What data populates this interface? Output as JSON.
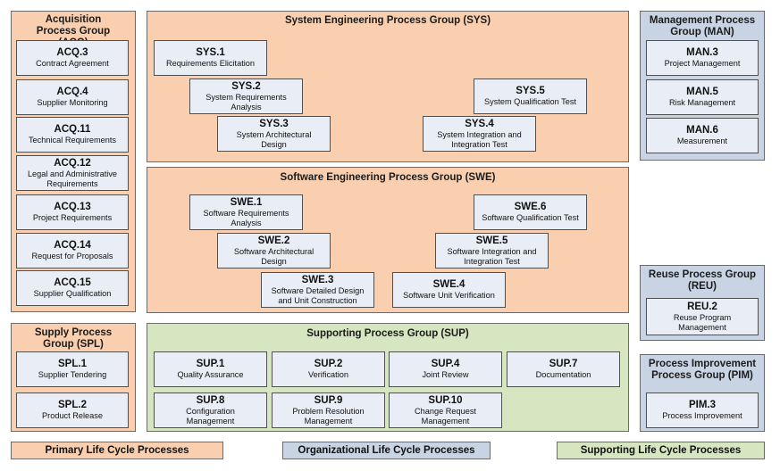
{
  "groups": {
    "acq": {
      "title": "Acquisition Process Group (ACQ)",
      "processes": [
        {
          "code": "ACQ.3",
          "name": "Contract Agreement"
        },
        {
          "code": "ACQ.4",
          "name": "Supplier Monitoring"
        },
        {
          "code": "ACQ.11",
          "name": "Technical Requirements"
        },
        {
          "code": "ACQ.12",
          "name": "Legal and Administrative Requirements"
        },
        {
          "code": "ACQ.13",
          "name": "Project Requirements"
        },
        {
          "code": "ACQ.14",
          "name": "Request for Proposals"
        },
        {
          "code": "ACQ.15",
          "name": "Supplier Qualification"
        }
      ]
    },
    "spl": {
      "title": "Supply Process Group (SPL)",
      "processes": [
        {
          "code": "SPL.1",
          "name": "Supplier Tendering"
        },
        {
          "code": "SPL.2",
          "name": "Product Release"
        }
      ]
    },
    "sys": {
      "title": "System Engineering Process Group (SYS)",
      "processes": [
        {
          "code": "SYS.1",
          "name": "Requirements Elicitation"
        },
        {
          "code": "SYS.2",
          "name": "System Requirements Analysis"
        },
        {
          "code": "SYS.3",
          "name": "System Architectural Design"
        },
        {
          "code": "SYS.4",
          "name": "System Integration and Integration Test"
        },
        {
          "code": "SYS.5",
          "name": "System Qualification Test"
        }
      ]
    },
    "swe": {
      "title": "Software Engineering Process Group (SWE)",
      "processes": [
        {
          "code": "SWE.1",
          "name": "Software Requirements Analysis"
        },
        {
          "code": "SWE.2",
          "name": "Software Architectural Design"
        },
        {
          "code": "SWE.3",
          "name": "Software Detailed Design and Unit Construction"
        },
        {
          "code": "SWE.4",
          "name": "Software Unit Verification"
        },
        {
          "code": "SWE.5",
          "name": "Software Integration and Integration Test"
        },
        {
          "code": "SWE.6",
          "name": "Software Qualification Test"
        }
      ]
    },
    "sup": {
      "title": "Supporting Process Group (SUP)",
      "processes": [
        {
          "code": "SUP.1",
          "name": "Quality Assurance"
        },
        {
          "code": "SUP.2",
          "name": "Verification"
        },
        {
          "code": "SUP.4",
          "name": "Joint Review"
        },
        {
          "code": "SUP.7",
          "name": "Documentation"
        },
        {
          "code": "SUP.8",
          "name": "Configuration Management"
        },
        {
          "code": "SUP.9",
          "name": "Problem Resolution Management"
        },
        {
          "code": "SUP.10",
          "name": "Change Request Management"
        }
      ]
    },
    "man": {
      "title": "Management Process Group (MAN)",
      "processes": [
        {
          "code": "MAN.3",
          "name": "Project Management"
        },
        {
          "code": "MAN.5",
          "name": "Risk Management"
        },
        {
          "code": "MAN.6",
          "name": "Measurement"
        }
      ]
    },
    "reu": {
      "title": "Reuse Process Group (REU)",
      "processes": [
        {
          "code": "REU.2",
          "name": "Reuse Program Management"
        }
      ]
    },
    "pim": {
      "title": "Process Improvement Process Group (PIM)",
      "processes": [
        {
          "code": "PIM.3",
          "name": "Process Improvement"
        }
      ]
    }
  },
  "legend": {
    "primary": "Primary Life Cycle Processes",
    "organizational": "Organizational Life Cycle Processes",
    "supporting": "Supporting Life Cycle Processes"
  },
  "colors": {
    "primary": "#f9cfb0",
    "organizational": "#c8d3e3",
    "supporting": "#d6e6c1",
    "process_box": "#e9edf5"
  }
}
